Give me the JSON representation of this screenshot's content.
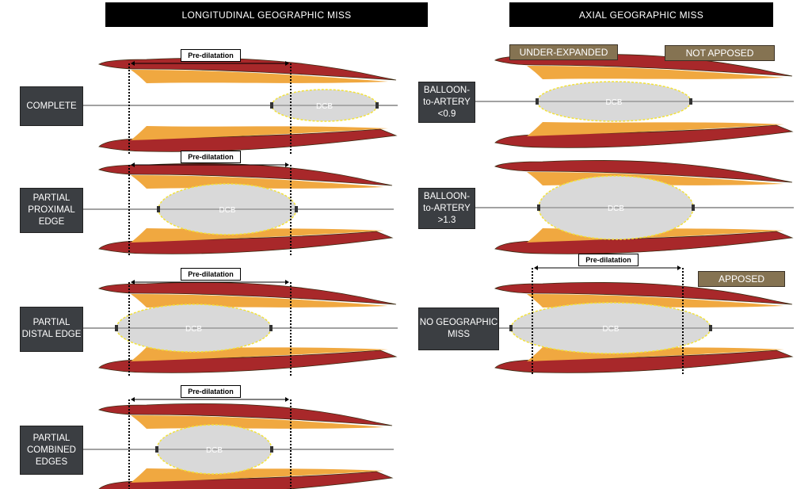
{
  "headers": {
    "left": "LONGITUDINAL GEOGRAPHIC MISS",
    "right": "AXIAL GEOGRAPHIC MISS"
  },
  "balloon_label": "DCB",
  "predilatation_label": "Pre-dilatation",
  "panels": [
    {
      "label": "COMPLETE"
    },
    {
      "label": "PARTIAL PROXIMAL EDGE"
    },
    {
      "label": "PARTIAL DISTAL EDGE"
    },
    {
      "label": "PARTIAL COMBINED EDGES"
    },
    {
      "label": "BALLOON-to-ARTERY <0.9"
    },
    {
      "label": "BALLOON-to-ARTERY >1.3"
    },
    {
      "label": "NO GEOGRAPHIC MISS"
    }
  ],
  "tags": {
    "under_expanded": "UNDER-EXPANDED",
    "not_apposed": "NOT APPOSED",
    "apposed": "APPOSED"
  },
  "colors": {
    "vessel": "#a8282a",
    "plaque": "#f0a840",
    "calcium": "#f3e23a",
    "balloon": "#d9d9d9",
    "label_bg": "#3b3e42",
    "tag_bg": "#857352"
  }
}
